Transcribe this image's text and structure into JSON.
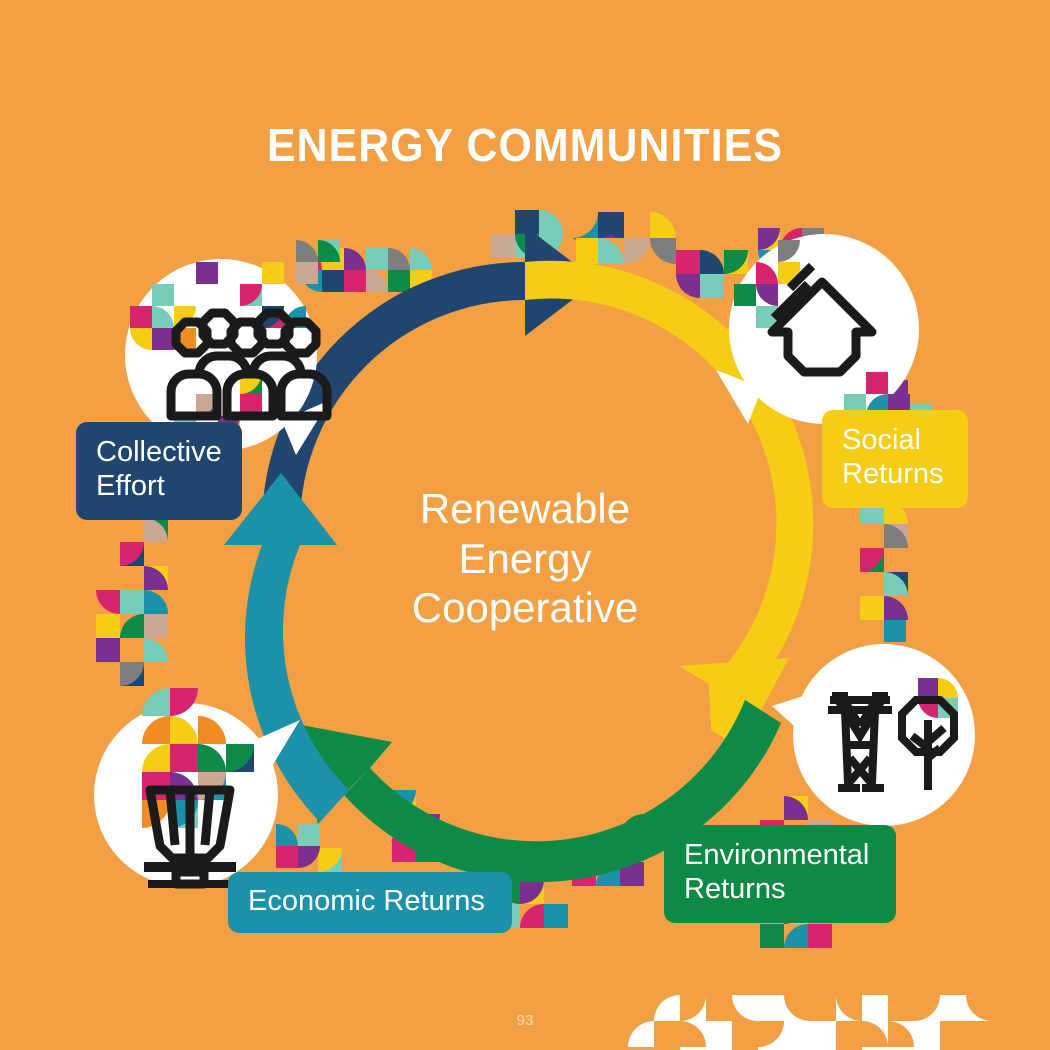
{
  "page": {
    "background_color": "#F2A043",
    "page_number": "93"
  },
  "header": {
    "title": "ENERGY COMMUNITIES"
  },
  "cycle": {
    "center_label_line1": "Renewable",
    "center_label_line2": "Energy",
    "center_label_line3": "Cooperative",
    "arrows": [
      {
        "name": "collective-to-social",
        "color": "#20456E",
        "direction": "clockwise-top-left-to-top"
      },
      {
        "name": "social-to-environmental",
        "color": "#F4CD14",
        "direction": "clockwise-top-to-right"
      },
      {
        "name": "environmental-to-economic",
        "color": "#0C8A46",
        "direction": "clockwise-bottom-right-to-bottom-left"
      },
      {
        "name": "economic-to-collective",
        "color": "#1C91A8",
        "direction": "clockwise-bottom-left-to-left"
      }
    ]
  },
  "nodes": [
    {
      "id": "collective-effort",
      "label_line1": "Collective",
      "label_line2": "Effort",
      "label_color": "#20456E",
      "icon": "group-of-people-icon"
    },
    {
      "id": "social-returns",
      "label_line1": "Social",
      "label_line2": "Returns",
      "label_color": "#F4CD14",
      "icon": "house-with-rays-icon"
    },
    {
      "id": "environmental-returns",
      "label_line1": "Environmental",
      "label_line2": "Returns",
      "label_color": "#0C8A46",
      "icon": "pylon-and-tree-icon"
    },
    {
      "id": "economic-returns",
      "label_line1": "Economic Returns",
      "label_line2": "",
      "label_color": "#1C91A8",
      "icon": "basket-with-plants-icon"
    }
  ],
  "palette": {
    "navy": "#20456E",
    "yellow": "#F4CD14",
    "green": "#0C8A46",
    "teal": "#1C91A8",
    "mint": "#79CDB8",
    "purple": "#7B2F8E",
    "magenta": "#D6246E",
    "tan": "#C9A792",
    "gray": "#7E7E7E",
    "white": "#FFFFFF",
    "ink": "#1A1A1A"
  }
}
